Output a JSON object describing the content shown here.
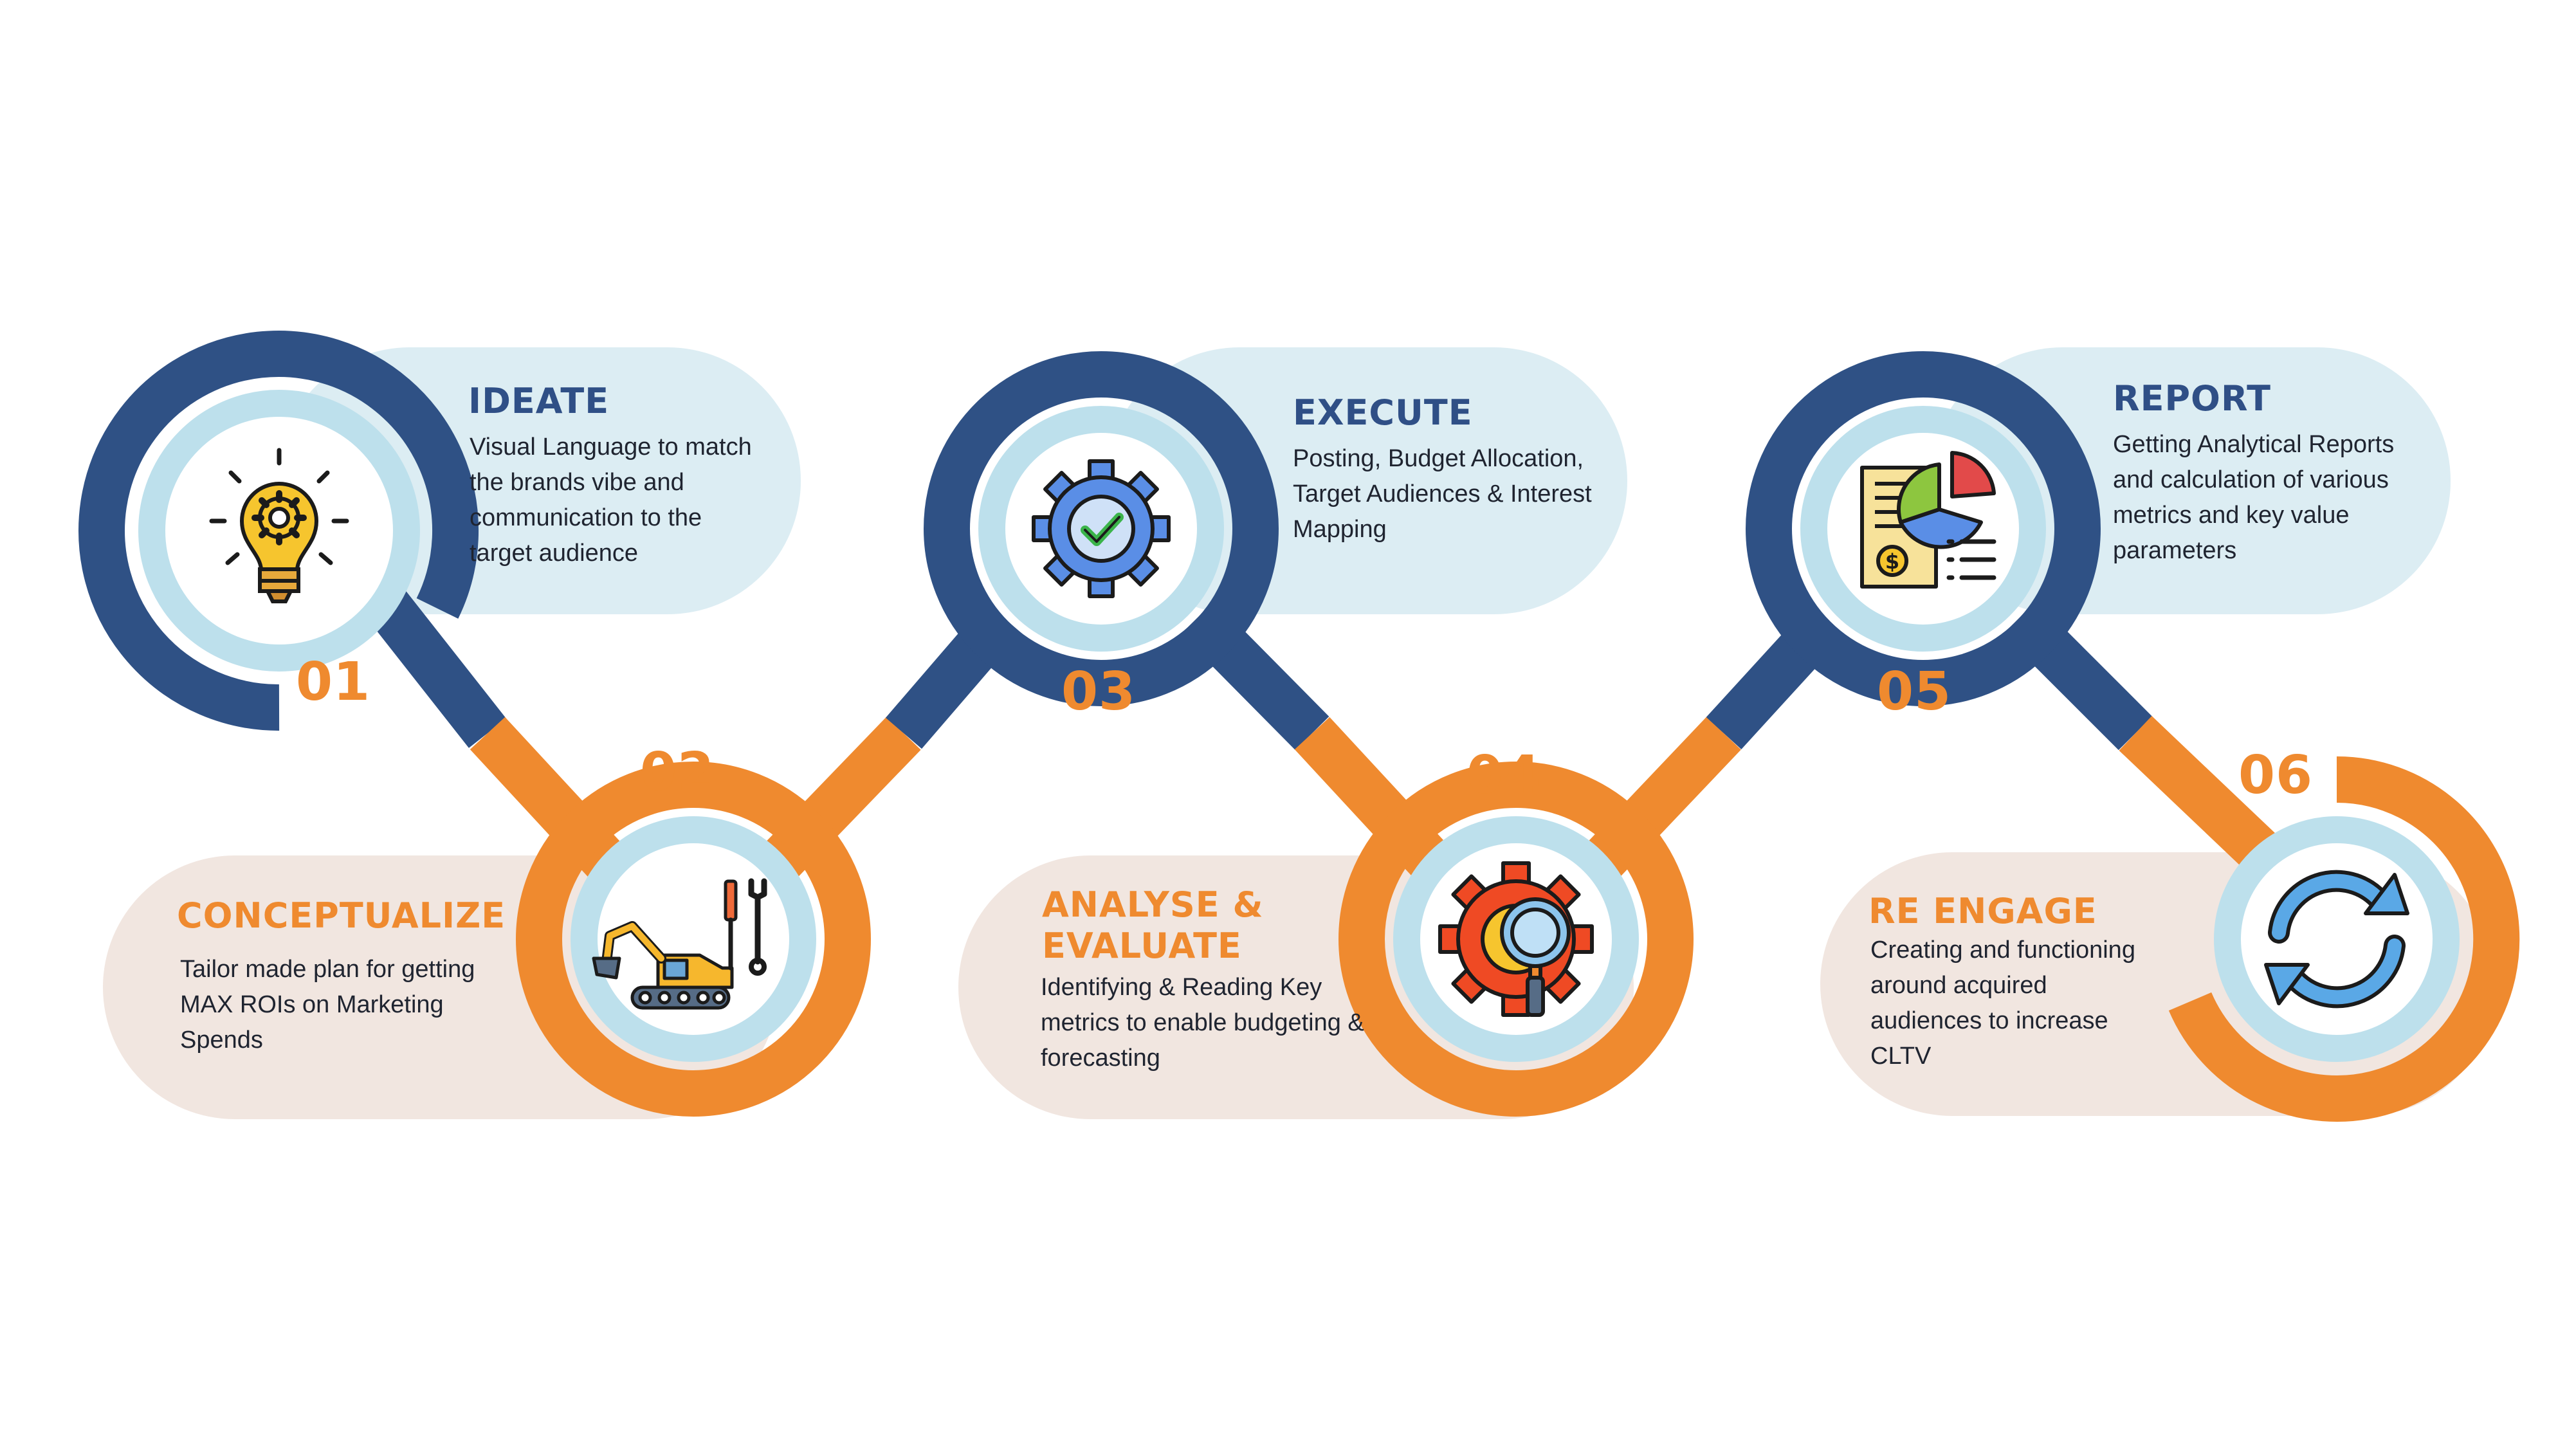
{
  "colors": {
    "navy": "#2f5185",
    "orange": "#ef8a2f",
    "light_blue_ring": "#bde0ec",
    "blue_pill": "#dcedf3",
    "beige_pill": "#f1e6e0",
    "number_color": "#ef8a2f"
  },
  "steps": [
    {
      "number": "01",
      "title": "IDEATE",
      "description": "Visual Language to match the brands vibe and communication to the target audience",
      "icon": "lightbulb-gear-icon",
      "ring_color": "navy"
    },
    {
      "number": "02",
      "title": "CONCEPTUALIZE",
      "description": "Tailor made plan for getting MAX ROIs on Marketing Spends",
      "icon": "excavator-tools-icon",
      "ring_color": "orange"
    },
    {
      "number": "03",
      "title": "EXECUTE",
      "description": "Posting, Budget Allocation, Target Audiences & Interest Mapping",
      "icon": "gear-check-icon",
      "ring_color": "navy"
    },
    {
      "number": "04",
      "title": "ANALYSE &\nEVALUATE",
      "description": "Identifying & Reading Key metrics to enable budgeting & forecasting",
      "icon": "gear-magnifier-icon",
      "ring_color": "orange"
    },
    {
      "number": "05",
      "title": "REPORT",
      "description": "Getting Analytical Reports and calculation of various metrics and key value parameters",
      "icon": "report-pie-chart-icon",
      "ring_color": "navy"
    },
    {
      "number": "06",
      "title": "RE ENGAGE",
      "description": "Creating and functioning around acquired audiences to increase CLTV",
      "icon": "refresh-arrows-icon",
      "ring_color": "orange"
    }
  ]
}
